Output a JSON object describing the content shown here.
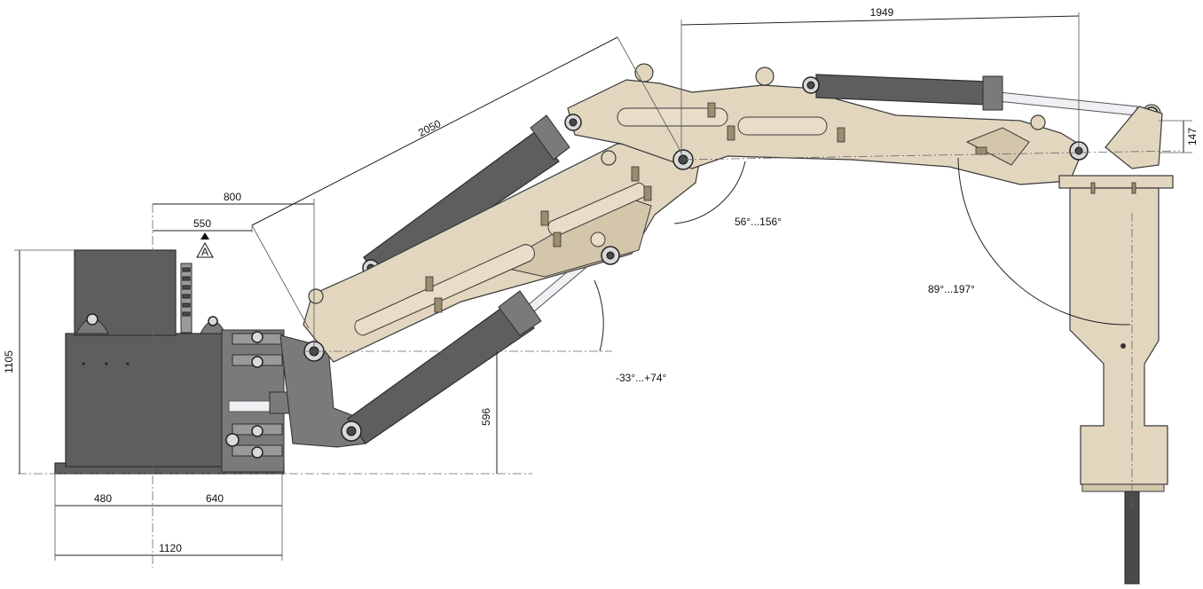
{
  "dimensions": {
    "d2050": "2050",
    "d1949": "1949",
    "d147": "147",
    "d800": "800",
    "d550": "550",
    "d1105": "1105",
    "d596": "596",
    "d480": "480",
    "d640": "640",
    "d1120": "1120"
  },
  "angles": {
    "boom": "56°...156°",
    "breaker": "89°...197°",
    "slew": "-33°...+74°"
  },
  "section_marker": "A",
  "colors": {
    "frame": "#e2d6bf",
    "cylinder": "#5e5e5e",
    "base": "#5e5e5e",
    "rod": "#eef0f3"
  }
}
